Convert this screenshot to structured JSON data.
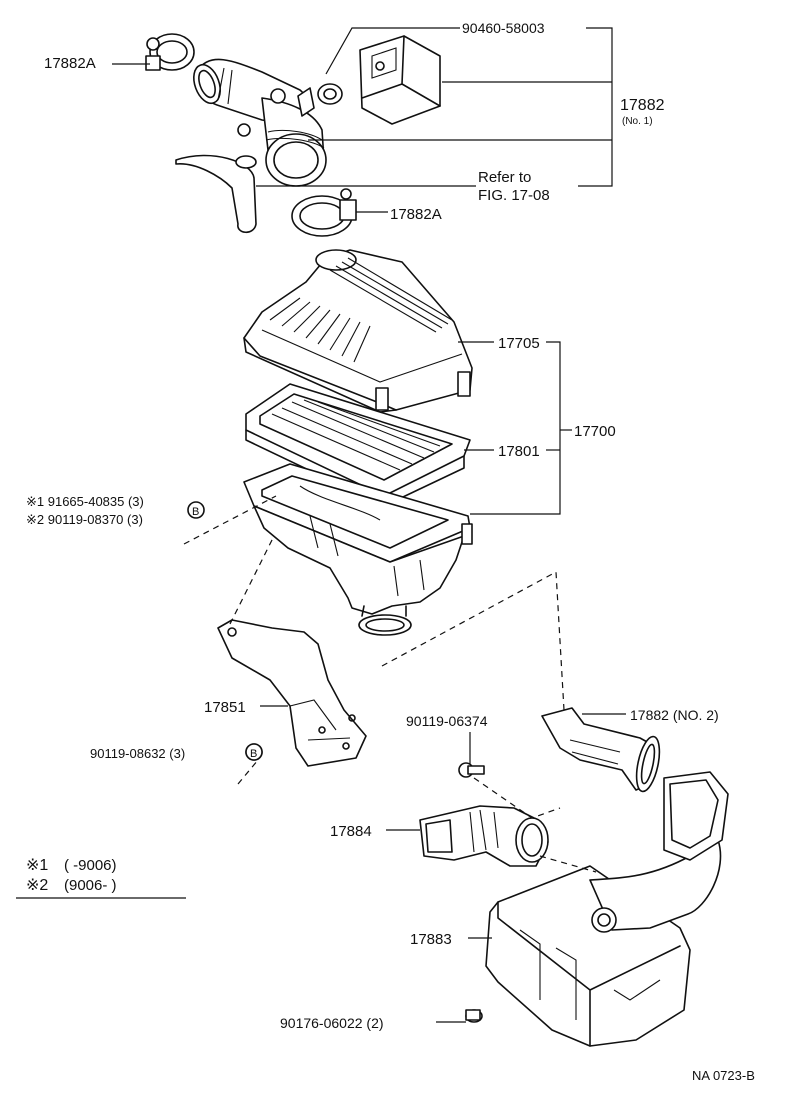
{
  "labels": {
    "p_17882a_top": "17882A",
    "p_90460": "90460-58003",
    "p_17882": "17882",
    "p_17882_no1": "(No. 1)",
    "refer_line1": "Refer to",
    "refer_line2": "FIG. 17-08",
    "p_17882a_mid": "17882A",
    "p_17705": "17705",
    "p_17801": "17801",
    "p_17700": "17700",
    "note1": "※1 91665-40835 (3)",
    "note2": "※2 90119-08370 (3)",
    "b_marker": "B",
    "p_17851": "17851",
    "p_90119_08632": "90119-08632 (3)",
    "p_90119_06374": "90119-06374",
    "p_17882_no2": "17882 (NO. 2)",
    "p_17884": "17884",
    "p_17883": "17883",
    "p_90176": "90176-06022 (2)",
    "legend1_mark": "※1",
    "legend1_range": "(        -9006)",
    "legend2_mark": "※2",
    "legend2_range": "(9006-        )",
    "figure_code": "NA 0723-B"
  },
  "icons": [
    "hose-clamp-icon",
    "intake-hose-icon",
    "resonator-icon",
    "air-cleaner-cap-icon",
    "air-filter-element-icon",
    "air-cleaner-case-icon",
    "bracket-icon",
    "bolt-icon",
    "duct-icon",
    "intake-connector-icon",
    "resonator-chamber-icon"
  ]
}
